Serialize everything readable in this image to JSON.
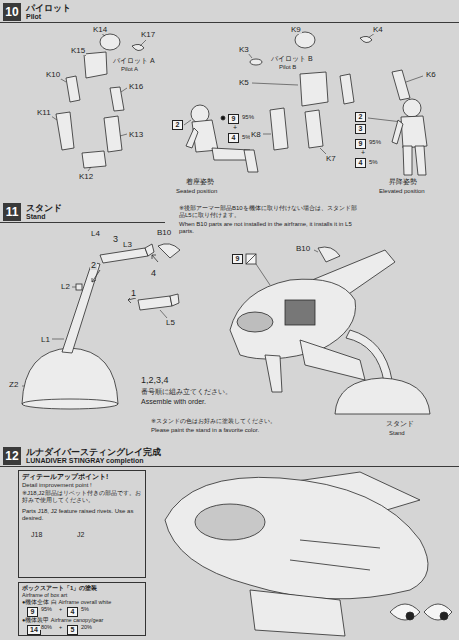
{
  "diagram": {
    "nodes": [
      {
        "text": [
          "10",
          "パイロット",
          "Pilot"
        ]
      },
      {
        "text": [
          "11",
          "スタンド",
          "Stand"
        ]
      },
      {
        "text": [
          "12",
          "ルナダイバースティングレイ完成",
          "LUNADIVER STINGRAY completion"
        ]
      },
      {
        "text": [
          "ディテールアップポイント!",
          "Detail improvement point !",
          "※J18,J2部品はリベット付きの部品です。お好みで使用してください。",
          "Parts J18, J2 feature raised rivets. Use as desired."
        ]
      },
      {
        "text": [
          "ボックスアート「1」の塗装",
          "Airframe of box art",
          "●機体全体 白 Airframe overall white",
          "●機体装甲 Airframe canopy/gear"
        ]
      },
      {
        "text": [
          "2"
        ]
      },
      {
        "text": [
          "9"
        ]
      },
      {
        "text": [
          "4"
        ]
      },
      {
        "text": [
          "2"
        ]
      },
      {
        "text": [
          "3"
        ]
      },
      {
        "text": [
          "9"
        ]
      },
      {
        "text": [
          "4"
        ]
      },
      {
        "text": [
          "9"
        ]
      },
      {
        "text": [
          "9"
        ],
        "in": 4
      },
      {
        "text": [
          "4"
        ],
        "in": 4
      },
      {
        "text": [
          "14"
        ],
        "in": 4
      },
      {
        "text": [
          "5"
        ],
        "in": 4
      }
    ],
    "labels": [
      "K14",
      "K17",
      "K15",
      "パイロット A",
      "Pilot A",
      "K10",
      "K16",
      "K11",
      "K13",
      "K12",
      "95%",
      "+",
      "5%",
      "着座姿勢",
      "Seated position",
      "K9",
      "K4",
      "K3",
      "パイロット B",
      "Pilot B",
      "K6",
      "K5",
      "K8",
      "K7",
      "95%",
      "+",
      "5%",
      "昇降姿勢",
      "Elevated position",
      "L4",
      "3",
      "L3",
      "2",
      "L2",
      "L1",
      "Z2",
      "4",
      "1",
      "L5",
      "B10",
      "※後部アーマー部品B10を機体に取り付けない場合は、スタンド部品L5に取り付けます。",
      "When B10 parts are not installed in the airframe, it installs it in L5 parts.",
      "B10",
      "1,2,3,4",
      "番号順に組み立てください。",
      "Assemble with order.",
      "※スタンドの色はお好みに塗装してください。",
      "Please paint the stand in a favorite color.",
      "スタンド",
      "Stand",
      "J18",
      "J2",
      "95%",
      "+",
      "5%",
      "80%",
      "+",
      "20%"
    ]
  }
}
